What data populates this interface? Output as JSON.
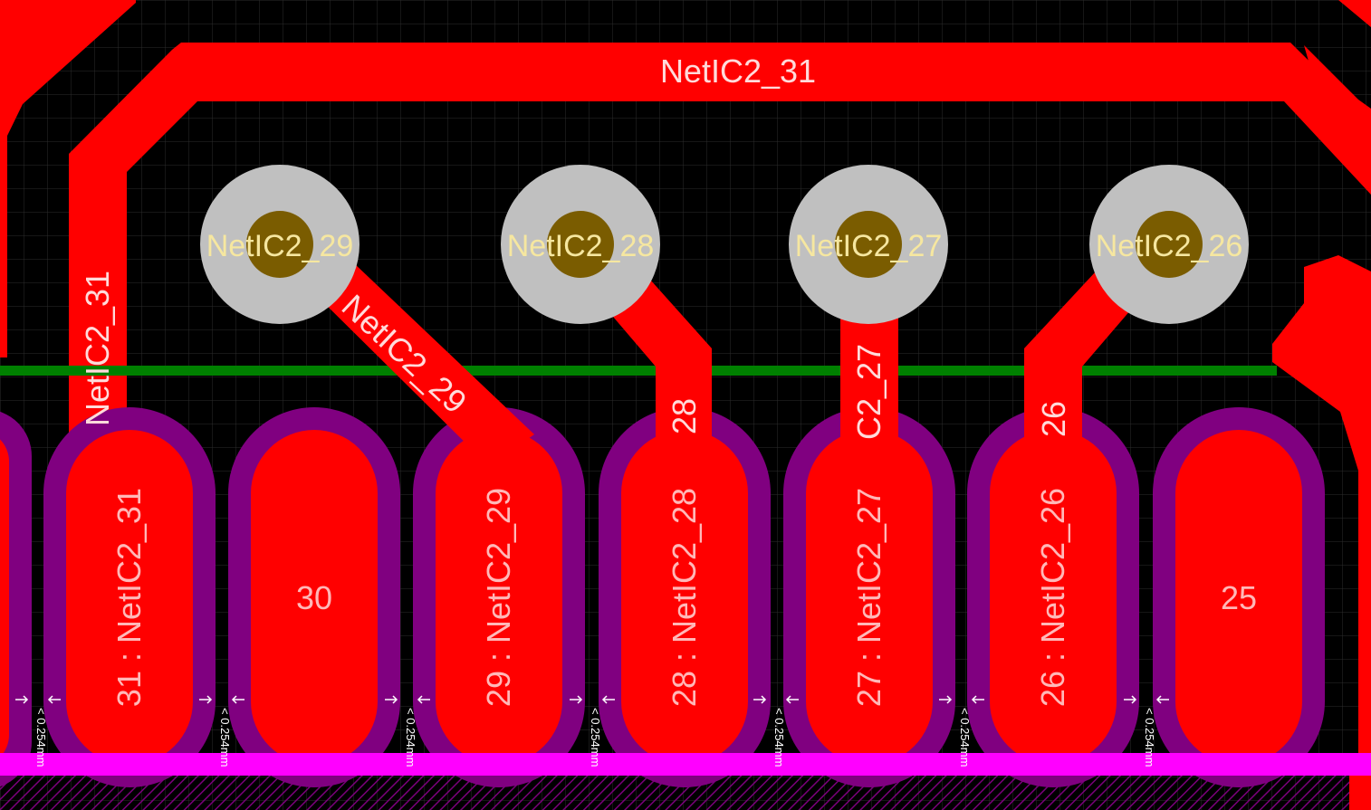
{
  "colors": {
    "background": "#000000",
    "grid": "#2a2a2a",
    "copper": "#ff0000",
    "solder_mask": "#800080",
    "via_ring": "#c0c0c0",
    "via_hole": "#7a5c00",
    "board_edge": "#008000",
    "keepout": "#ff00ff"
  },
  "traces": {
    "top_route": "NetIC2_31",
    "vertical_31": "NetIC2_31",
    "diag_29": "NetIC2_29",
    "stub_28": "28",
    "stub_27": "C2_27",
    "stub_26": "26"
  },
  "vias": [
    {
      "label": "NetIC2_29"
    },
    {
      "label": "NetIC2_28"
    },
    {
      "label": "NetIC2_27"
    },
    {
      "label": "NetIC2_26"
    }
  ],
  "pads": [
    {
      "label": "31 : NetIC2_31"
    },
    {
      "label": "30"
    },
    {
      "label": "29 : NetIC2_29"
    },
    {
      "label": "28 : NetIC2_28"
    },
    {
      "label": "27 : NetIC2_27"
    },
    {
      "label": "26 : NetIC2_26"
    },
    {
      "label": "25"
    }
  ],
  "clearance_label": "< 0.254mm"
}
